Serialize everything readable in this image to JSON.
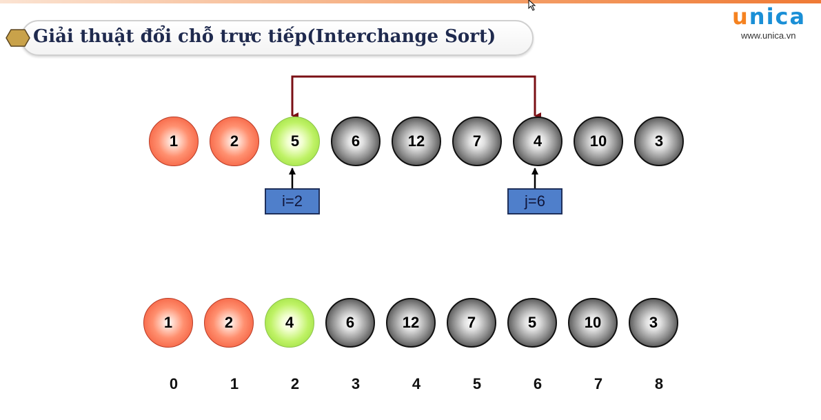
{
  "title": "Giải thuật đổi chỗ trực tiếp(Interchange Sort)",
  "logo": {
    "text_u": "u",
    "text_rest": "nica",
    "url": "www.unica.vn"
  },
  "colors": {
    "red": "#f04a2a",
    "green": "#8ed631",
    "gray": "#3a3a3a",
    "arrow": "#7a0f14",
    "label_bg": "#4f7fcb"
  },
  "row_before": [
    {
      "value": "1",
      "color": "red"
    },
    {
      "value": "2",
      "color": "red"
    },
    {
      "value": "5",
      "color": "green"
    },
    {
      "value": "6",
      "color": "gray"
    },
    {
      "value": "12",
      "color": "gray"
    },
    {
      "value": "7",
      "color": "gray"
    },
    {
      "value": "4",
      "color": "gray"
    },
    {
      "value": "10",
      "color": "gray"
    },
    {
      "value": "3",
      "color": "gray"
    }
  ],
  "row_after": [
    {
      "value": "1",
      "color": "red"
    },
    {
      "value": "2",
      "color": "red"
    },
    {
      "value": "4",
      "color": "green"
    },
    {
      "value": "6",
      "color": "gray"
    },
    {
      "value": "12",
      "color": "gray"
    },
    {
      "value": "7",
      "color": "gray"
    },
    {
      "value": "5",
      "color": "gray"
    },
    {
      "value": "10",
      "color": "gray"
    },
    {
      "value": "3",
      "color": "gray"
    }
  ],
  "indices": [
    "0",
    "1",
    "2",
    "3",
    "4",
    "5",
    "6",
    "7",
    "8"
  ],
  "pointers": {
    "i_label": "i=2",
    "j_label": "j=6"
  }
}
